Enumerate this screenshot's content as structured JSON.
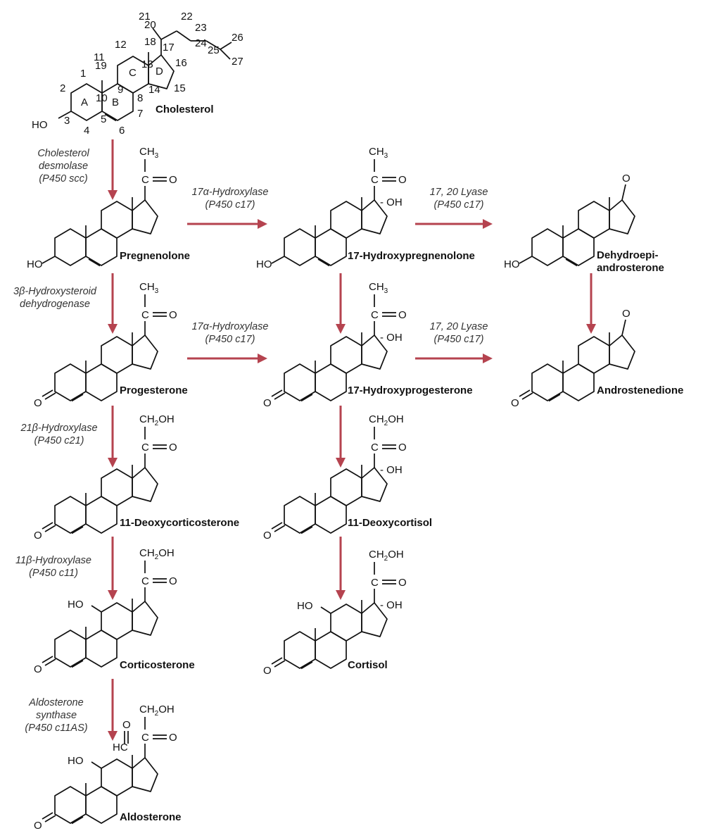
{
  "cholesterol": {
    "name": "Cholesterol",
    "hydroxyl": "HO",
    "ring_labels": [
      "A",
      "B",
      "C",
      "D"
    ],
    "carbon_numbers": [
      "1",
      "2",
      "3",
      "4",
      "5",
      "6",
      "7",
      "8",
      "9",
      "10",
      "11",
      "12",
      "13",
      "14",
      "15",
      "16",
      "17",
      "18",
      "19",
      "20",
      "21",
      "22",
      "23",
      "24",
      "25",
      "26",
      "27"
    ]
  },
  "compounds": [
    {
      "id": "pregnenolone",
      "name": "Pregnenolone"
    },
    {
      "id": "hydroxypregnenolone",
      "name": "17-Hydroxypregnenolone"
    },
    {
      "id": "dhea",
      "name": "Dehydroepi-androsterone",
      "name_lines": [
        "Dehydroepi-",
        "androsterone"
      ]
    },
    {
      "id": "progesterone",
      "name": "Progesterone"
    },
    {
      "id": "hydroxyprogesterone",
      "name": "17-Hydroxyprogesterone"
    },
    {
      "id": "androstenedione",
      "name": "Androstenedione"
    },
    {
      "id": "deoxycorticosterone",
      "name": "11-Deoxycorticosterone"
    },
    {
      "id": "deoxycortisol",
      "name": "11-Deoxycortisol"
    },
    {
      "id": "corticosterone",
      "name": "Corticosterone"
    },
    {
      "id": "cortisol",
      "name": "Cortisol"
    },
    {
      "id": "aldosterone",
      "name": "Aldosterone"
    }
  ],
  "enzymes": [
    {
      "id": "scc",
      "lines": [
        "Cholesterol",
        "desmolase",
        "(P450 scc)"
      ]
    },
    {
      "id": "hsd",
      "lines": [
        "3β-Hydroxysteroid",
        "dehydrogenase"
      ]
    },
    {
      "id": "c21",
      "lines": [
        "21β-Hydroxylase",
        "(P450 c21)"
      ]
    },
    {
      "id": "c11",
      "lines": [
        "11β-Hydroxylase",
        "(P450 c11)"
      ]
    },
    {
      "id": "c11as",
      "lines": [
        "Aldosterone",
        "synthase",
        "(P450 c11AS)"
      ]
    },
    {
      "id": "c17_top",
      "lines": [
        "17α-Hydroxylase",
        "(P450 c17)"
      ]
    },
    {
      "id": "c17_mid",
      "lines": [
        "17α-Hydroxylase",
        "(P450 c17)"
      ]
    },
    {
      "id": "lyase_top",
      "lines": [
        "17, 20 Lyase",
        "(P450 c17)"
      ]
    },
    {
      "id": "lyase_mid",
      "lines": [
        "17, 20 Lyase",
        "(P450 c17)"
      ]
    }
  ],
  "groups": {
    "hydroxyl": "HO",
    "ketone_o": "O",
    "double_bond_o": "O",
    "oh": "OH",
    "methyl": "CH",
    "methyl_sub": "3",
    "ch2oh_pre": "CH",
    "ch2oh_sub": "2",
    "ch2oh_post": "OH",
    "carbon": "C",
    "aldehyde": "HC",
    "dash_oh": "- OH"
  },
  "colors": {
    "arrow": "#b5434f",
    "ink": "#111111",
    "enzyme_text": "#333333"
  }
}
